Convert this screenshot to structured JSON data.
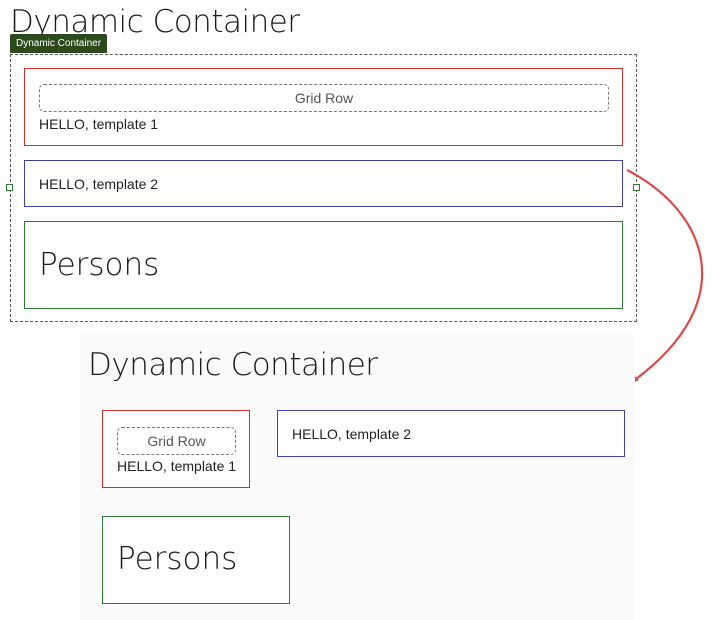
{
  "editor": {
    "title": "Dynamic Container",
    "tag": "Dynamic Container",
    "template1": {
      "grid_row": "Grid Row",
      "text": "HELLO, template 1"
    },
    "template2": {
      "text": "HELLO, template 2"
    },
    "persons": "Persons"
  },
  "preview": {
    "title": "Dynamic Container",
    "template1": {
      "grid_row": "Grid Row",
      "text": "HELLO, template 1"
    },
    "template2": {
      "text": "HELLO, template 2"
    },
    "persons": "Persons"
  },
  "colors": {
    "template1_border": "#d32f2f",
    "template2_border": "#3f3fae",
    "persons_border": "#2e7d32",
    "tag_bg": "#2e4a1c",
    "arrow": "#e04848"
  }
}
